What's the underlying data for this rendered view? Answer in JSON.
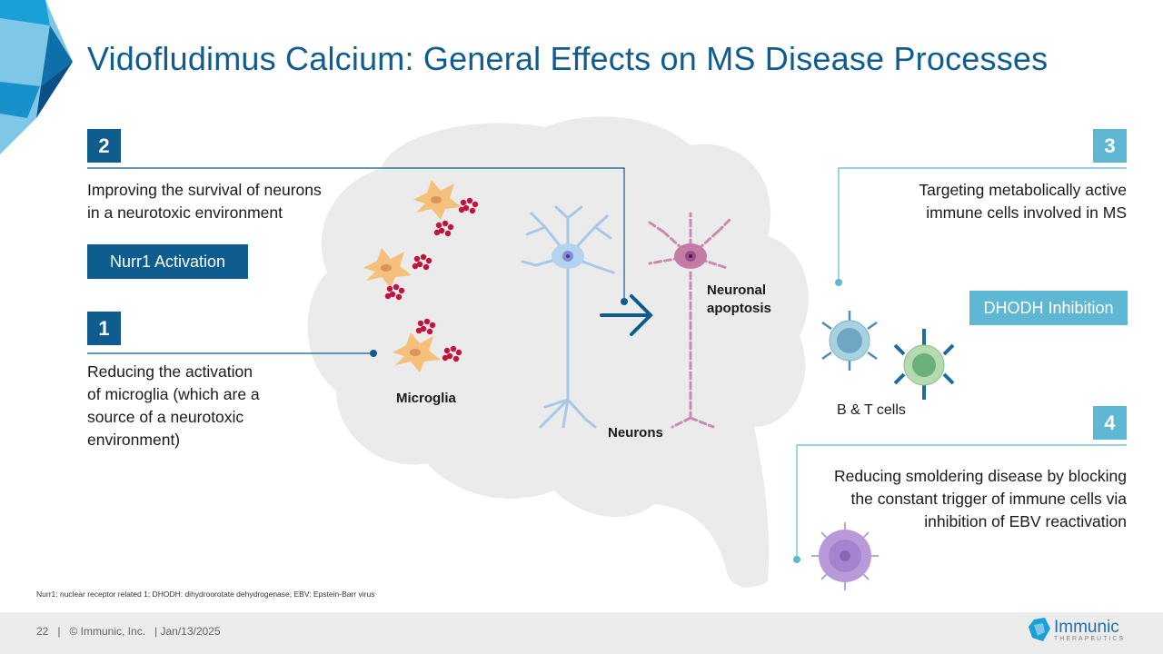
{
  "slide": {
    "title": "Vidofludimus Calcium: General Effects on MS Disease Processes",
    "colors": {
      "dark_blue": "#0f5c8f",
      "light_blue": "#5eb8d3",
      "brain_gray": "#ebebeb"
    }
  },
  "points": [
    {
      "number": "1",
      "text_lines": [
        "Reducing the activation",
        "of microglia (which are a",
        "source of a neurotoxic",
        "environment)"
      ]
    },
    {
      "number": "2",
      "text_lines": [
        "Improving the survival of neurons",
        "in a neurotoxic environment"
      ],
      "tag": "Nurr1 Activation"
    },
    {
      "number": "3",
      "text_lines": [
        "Targeting metabolically active",
        "immune cells involved in MS"
      ],
      "tag": "DHODH Inhibition"
    },
    {
      "number": "4",
      "text_lines": [
        "Reducing smoldering disease by blocking",
        "the constant trigger of immune cells via",
        "inhibition of EBV reactivation"
      ]
    }
  ],
  "diagram": {
    "microglia_label": "Microglia",
    "neurons_label": "Neurons",
    "apoptosis_label_1": "Neuronal",
    "apoptosis_label_2": "apoptosis",
    "bt_cells_label": "B & T cells"
  },
  "footnote": "Nurr1: nuclear receptor related 1; DHODH: dihydroorotate dehydrogenase; EBV: Epstein-Barr virus",
  "footer": {
    "page": "22",
    "copyright": "© Immunic, Inc.",
    "date": "Jan/13/2025",
    "logo_name": "Immunic",
    "logo_sub": "THERAPEUTICS"
  }
}
